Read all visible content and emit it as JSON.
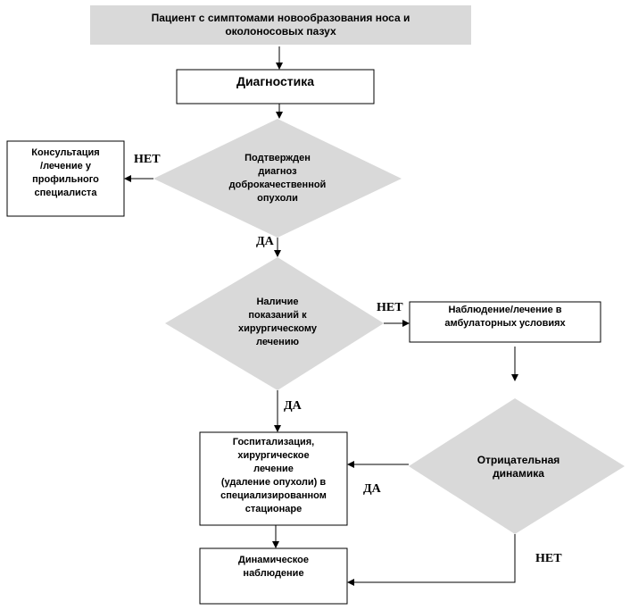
{
  "nodes": {
    "patient": "Пациент с симптомами новообразования носа и\nоколоносовых пазух",
    "diagnostics": "Диагностика",
    "consultation": "Консультация\n/лечение у\nпрофильного\nспециалиста",
    "confirmed": "Подтвержден\nдиагноз\nдоброкачественной\nопухоли",
    "indications": "Наличие\nпоказаний к\nхирургическому\nлечению",
    "observation": "Наблюдение/лечение в\nамбулаторных условиях",
    "negative": "Отрицательная\nдинамика",
    "hospitalization": "Госпитализация,\nхирургическое\nлечение\n(удаление опухоли) в\nспециализированном\nстационаре",
    "dynamic": "Динамическое\nнаблюдение"
  },
  "edges": {
    "no_1": "НЕТ",
    "yes_1": "ДА",
    "no_2": "НЕТ",
    "yes_2": "ДА",
    "yes_3": "ДА",
    "no_3": "НЕТ"
  },
  "colors": {
    "decision_fill": "#d9d9d9",
    "start_fill": "#d9d9d9",
    "box_border": "#000000",
    "arrow": "#000000"
  }
}
